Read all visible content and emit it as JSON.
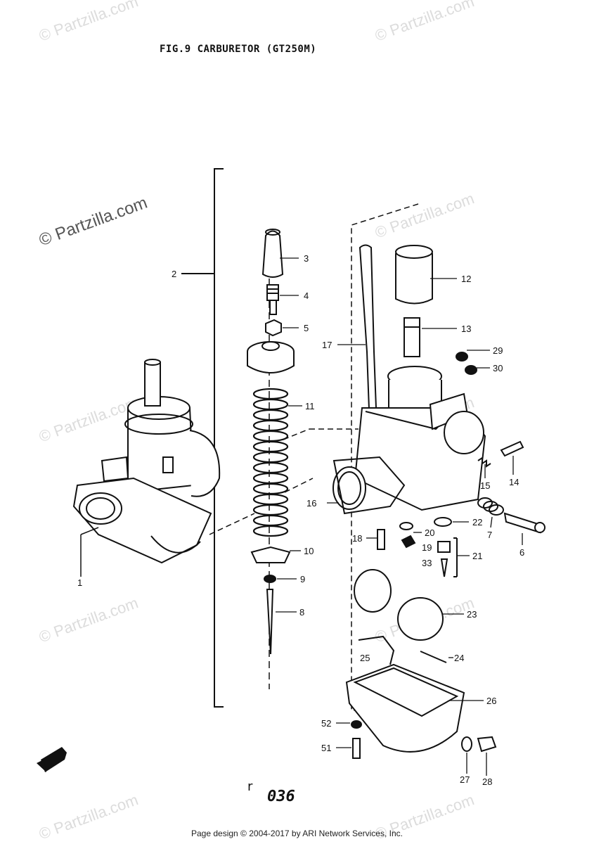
{
  "header": {
    "title": "FIG.9  CARBURETOR (GT250M)"
  },
  "footer": {
    "credit": "Page design © 2004-2017 by ARI Network Services, Inc.",
    "page_number": "036",
    "page_mark": "r"
  },
  "watermark": {
    "text": "© Partzilla.com"
  },
  "callouts": {
    "c1": "1",
    "c2": "2",
    "c3": "3",
    "c4": "4",
    "c5": "5",
    "c6": "6",
    "c7": "7",
    "c8": "8",
    "c9": "9",
    "c10": "10",
    "c11": "11",
    "c12": "12",
    "c13": "13",
    "c14": "14",
    "c15": "15",
    "c16": "16",
    "c17": "17",
    "c18": "18",
    "c19": "19",
    "c20": "20",
    "c21": "21",
    "c22": "22",
    "c23": "23",
    "c24": "24",
    "c25": "25",
    "c26": "26",
    "c27": "27",
    "c28": "28",
    "c29": "29",
    "c30": "30",
    "c33": "33",
    "c51": "51",
    "c52": "52"
  },
  "icons": {
    "front_arrow": "front-direction-arrow-icon"
  },
  "colors": {
    "line": "#111111",
    "watermark": "#dcdcdc"
  }
}
